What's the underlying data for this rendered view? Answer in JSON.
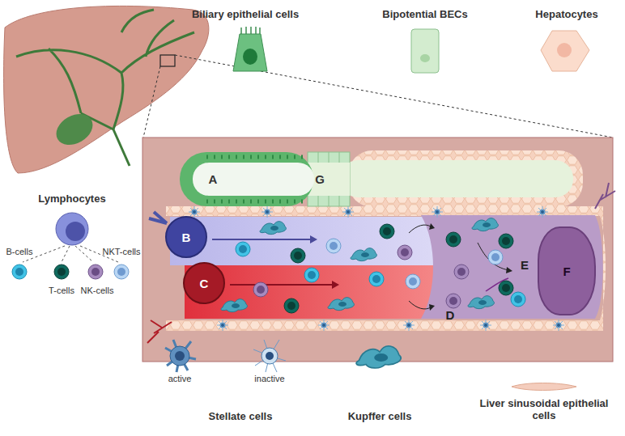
{
  "diagram": {
    "nodes": [
      {
        "text": [
          "B"
        ]
      },
      {
        "text": [
          "C"
        ]
      },
      {
        "text": [
          "F"
        ]
      }
    ],
    "labels": [
      "Biliary epithelial cells",
      "Bipotential BECs",
      "Hepatocytes",
      "Lymphocytes",
      "B-cells",
      "T-cells",
      "NK-cells",
      "NKT-cells",
      "A",
      "G",
      "D",
      "E",
      "active",
      "inactive",
      "Stellate cells",
      "Kupffer cells",
      "Liver sinusoidal epithelial cells"
    ]
  }
}
